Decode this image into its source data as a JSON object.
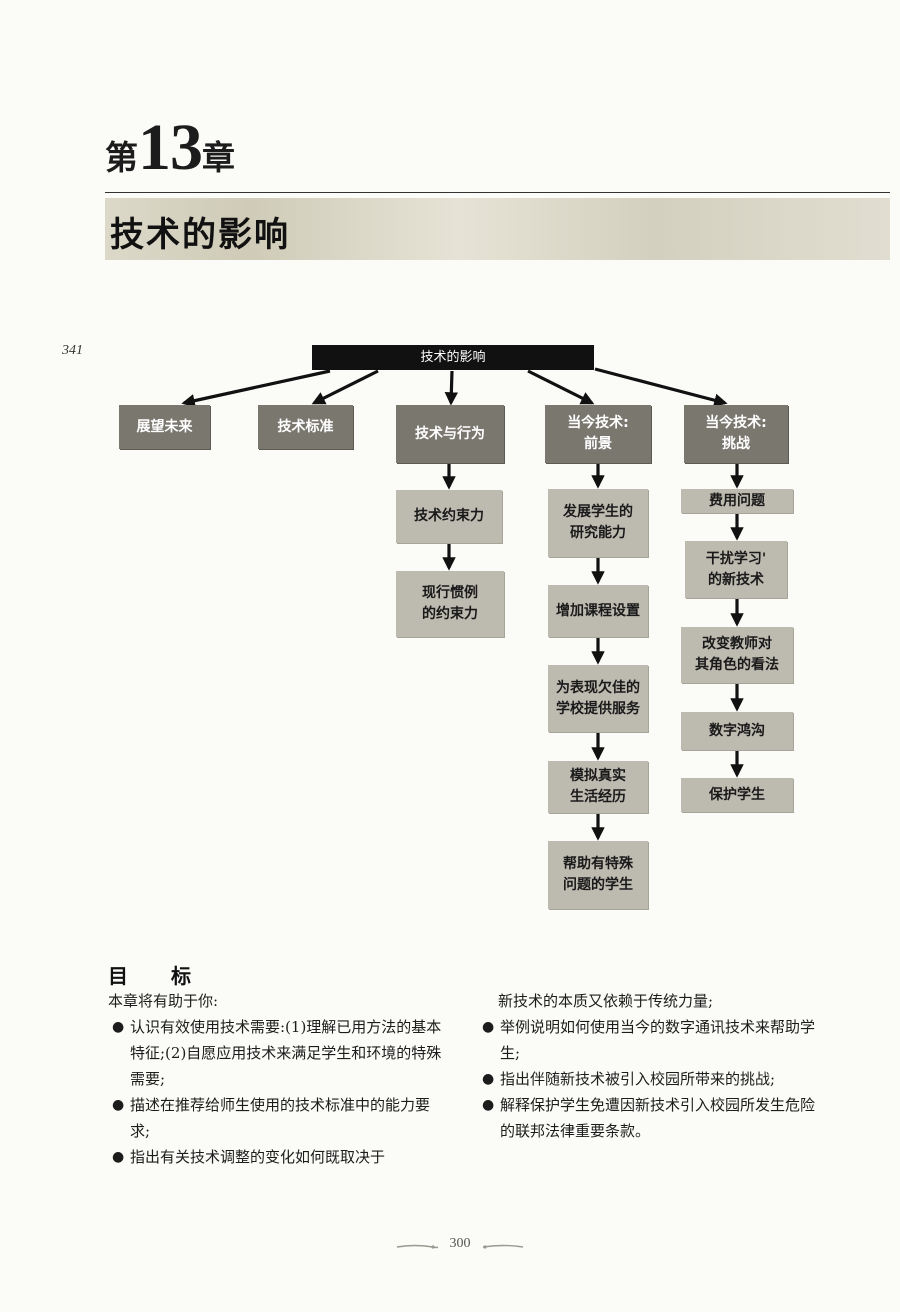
{
  "header": {
    "chapter_prefix": "第",
    "chapter_number": "13",
    "chapter_suffix": "章",
    "chapter_title": "技术的影响",
    "margin_page_marker": "341"
  },
  "concept_map": {
    "root": "技术的影响",
    "branches": [
      {
        "label": "展望未来",
        "children": []
      },
      {
        "label": "技术标准",
        "children": []
      },
      {
        "label": "技术与行为",
        "children": [
          "技术约束力",
          "现行惯例\n的约束力"
        ]
      },
      {
        "label": "当今技术:\n前景",
        "children": [
          "发展学生的\n研究能力",
          "增加课程设置",
          "为表现欠佳的\n学校提供服务",
          "模拟真实\n生活经历",
          "帮助有特殊\n问题的学生"
        ]
      },
      {
        "label": "当今技术:\n挑战",
        "children": [
          "费用问题",
          "干扰学习'\n的新技术",
          "改变教师对\n其角色的看法",
          "数字鸿沟",
          "保护学生"
        ]
      }
    ]
  },
  "objectives": {
    "heading": "目 标",
    "intro": "本章将有助于你:",
    "left_items": [
      "认识有效使用技术需要:(1)理解已用方法的基本特征;(2)自愿应用技术来满足学生和环境的特殊需要;",
      "描述在推荐给师生使用的技术标准中的能力要求;",
      "指出有关技术调整的变化如何既取决于"
    ],
    "right_continuation": "新技术的本质又依赖于传统力量;",
    "right_items": [
      "举例说明如何使用当今的数字通讯技术来帮助学生;",
      "指出伴随新技术被引入校园所带来的挑战;",
      "解释保护学生免遭因新技术引入校园所发生危险的联邦法律重要条款。"
    ]
  },
  "footer": {
    "page_number": "300"
  }
}
